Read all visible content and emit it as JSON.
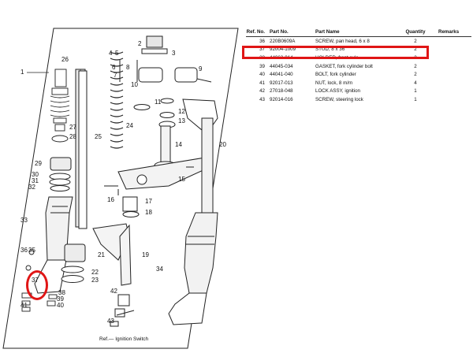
{
  "diagram": {
    "callouts": [
      "1",
      "2",
      "3",
      "4",
      "5",
      "6",
      "7",
      "8",
      "9",
      "10",
      "11",
      "12",
      "13",
      "14",
      "15",
      "16",
      "17",
      "18",
      "19",
      "20",
      "21",
      "22",
      "23",
      "24",
      "25",
      "26",
      "27",
      "28",
      "29",
      "30",
      "31",
      "32",
      "33",
      "34",
      "35",
      "36",
      "37",
      "38",
      "39",
      "40",
      "41",
      "42",
      "43"
    ],
    "inset_caption": "Ref.— Ignition Switch"
  },
  "parts_table": {
    "headers": {
      "ref": "Ref. No.",
      "part": "Part No.",
      "name": "Part Name",
      "qty": "Quantity",
      "remarks": "Remarks"
    },
    "rows": [
      {
        "ref": "36",
        "part": "220B0609A",
        "name": "SCREW, pan head, 6 x 8",
        "qty": "2",
        "remarks": ""
      },
      {
        "ref": "37",
        "part": "92004-1009",
        "name": "STUD, 8 x 36",
        "qty": "2",
        "remarks": ""
      },
      {
        "ref": "38",
        "part": "44063-014",
        "name": "HOLDER, front axle",
        "qty": "2",
        "remarks": ""
      },
      {
        "ref": "39",
        "part": "44045-034",
        "name": "GASKET, fork cylinder bolt",
        "qty": "2",
        "remarks": ""
      },
      {
        "ref": "40",
        "part": "44041-040",
        "name": "BOLT, fork cylinder",
        "qty": "2",
        "remarks": ""
      },
      {
        "ref": "41",
        "part": "92017-013",
        "name": "NUT, lock, 8 m/m",
        "qty": "4",
        "remarks": ""
      },
      {
        "ref": "42",
        "part": "27018-048",
        "name": "LOCK ASSY, ignition",
        "qty": "1",
        "remarks": ""
      },
      {
        "ref": "43",
        "part": "92014-016",
        "name": "SCREW, steering lock",
        "qty": "1",
        "remarks": ""
      }
    ],
    "highlighted_ref": "37"
  },
  "colors": {
    "highlight": "#e01616",
    "ink": "#111111"
  }
}
